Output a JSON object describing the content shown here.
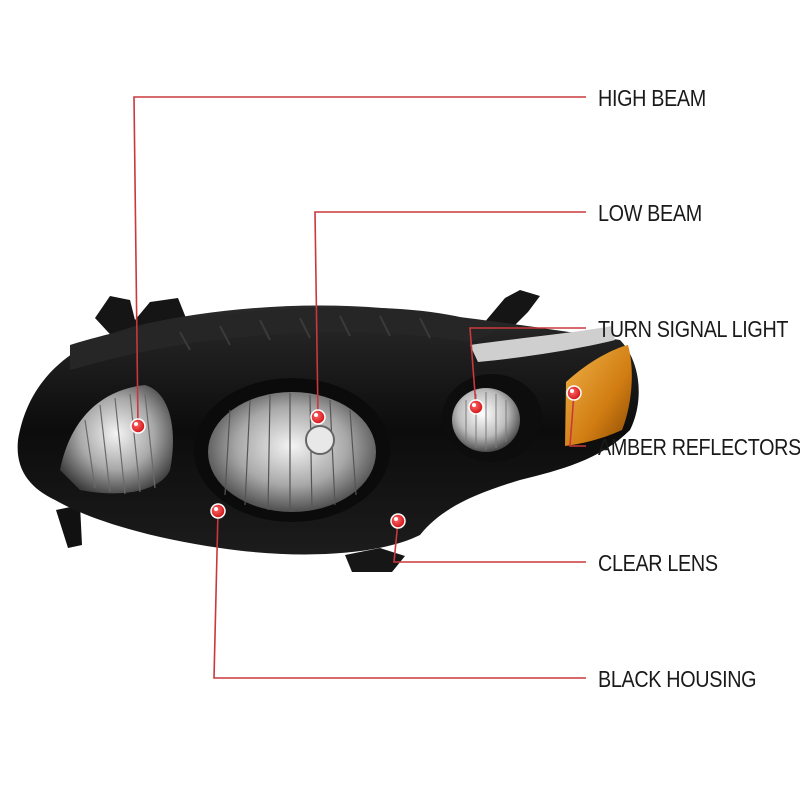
{
  "callouts": [
    {
      "id": "high-beam",
      "label": "HIGH BEAM"
    },
    {
      "id": "low-beam",
      "label": "LOW BEAM"
    },
    {
      "id": "turn-signal-light",
      "label": "TURN SIGNAL LIGHT"
    },
    {
      "id": "amber-reflectors",
      "label": "AMBER REFLECTORS"
    },
    {
      "id": "clear-lens",
      "label": "CLEAR LENS"
    },
    {
      "id": "black-housing",
      "label": "BLACK HOUSING"
    }
  ],
  "colors": {
    "leader_line": "#c8383c",
    "marker": "#e5191d",
    "housing": "#111111",
    "amber": "#d98a1c",
    "chrome": "#c9c9c9"
  }
}
